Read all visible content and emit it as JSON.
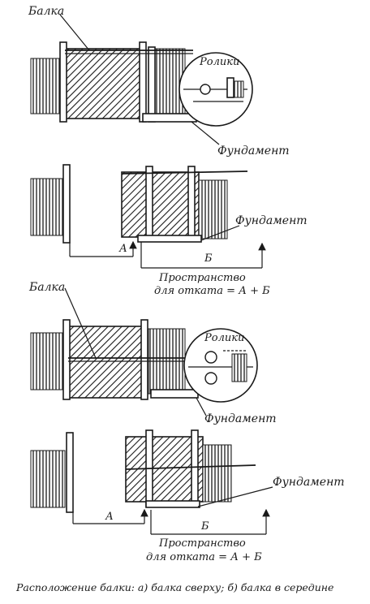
{
  "labels": {
    "beam": "Балка",
    "rollers": "Ролики",
    "foundation": "Фундамент",
    "a": "А",
    "b": "Б",
    "space_line1": "Пространство",
    "space_line2": "для отката = А + Б"
  },
  "caption": "Расположение балки: а) балка сверху; б) балка в середине"
}
